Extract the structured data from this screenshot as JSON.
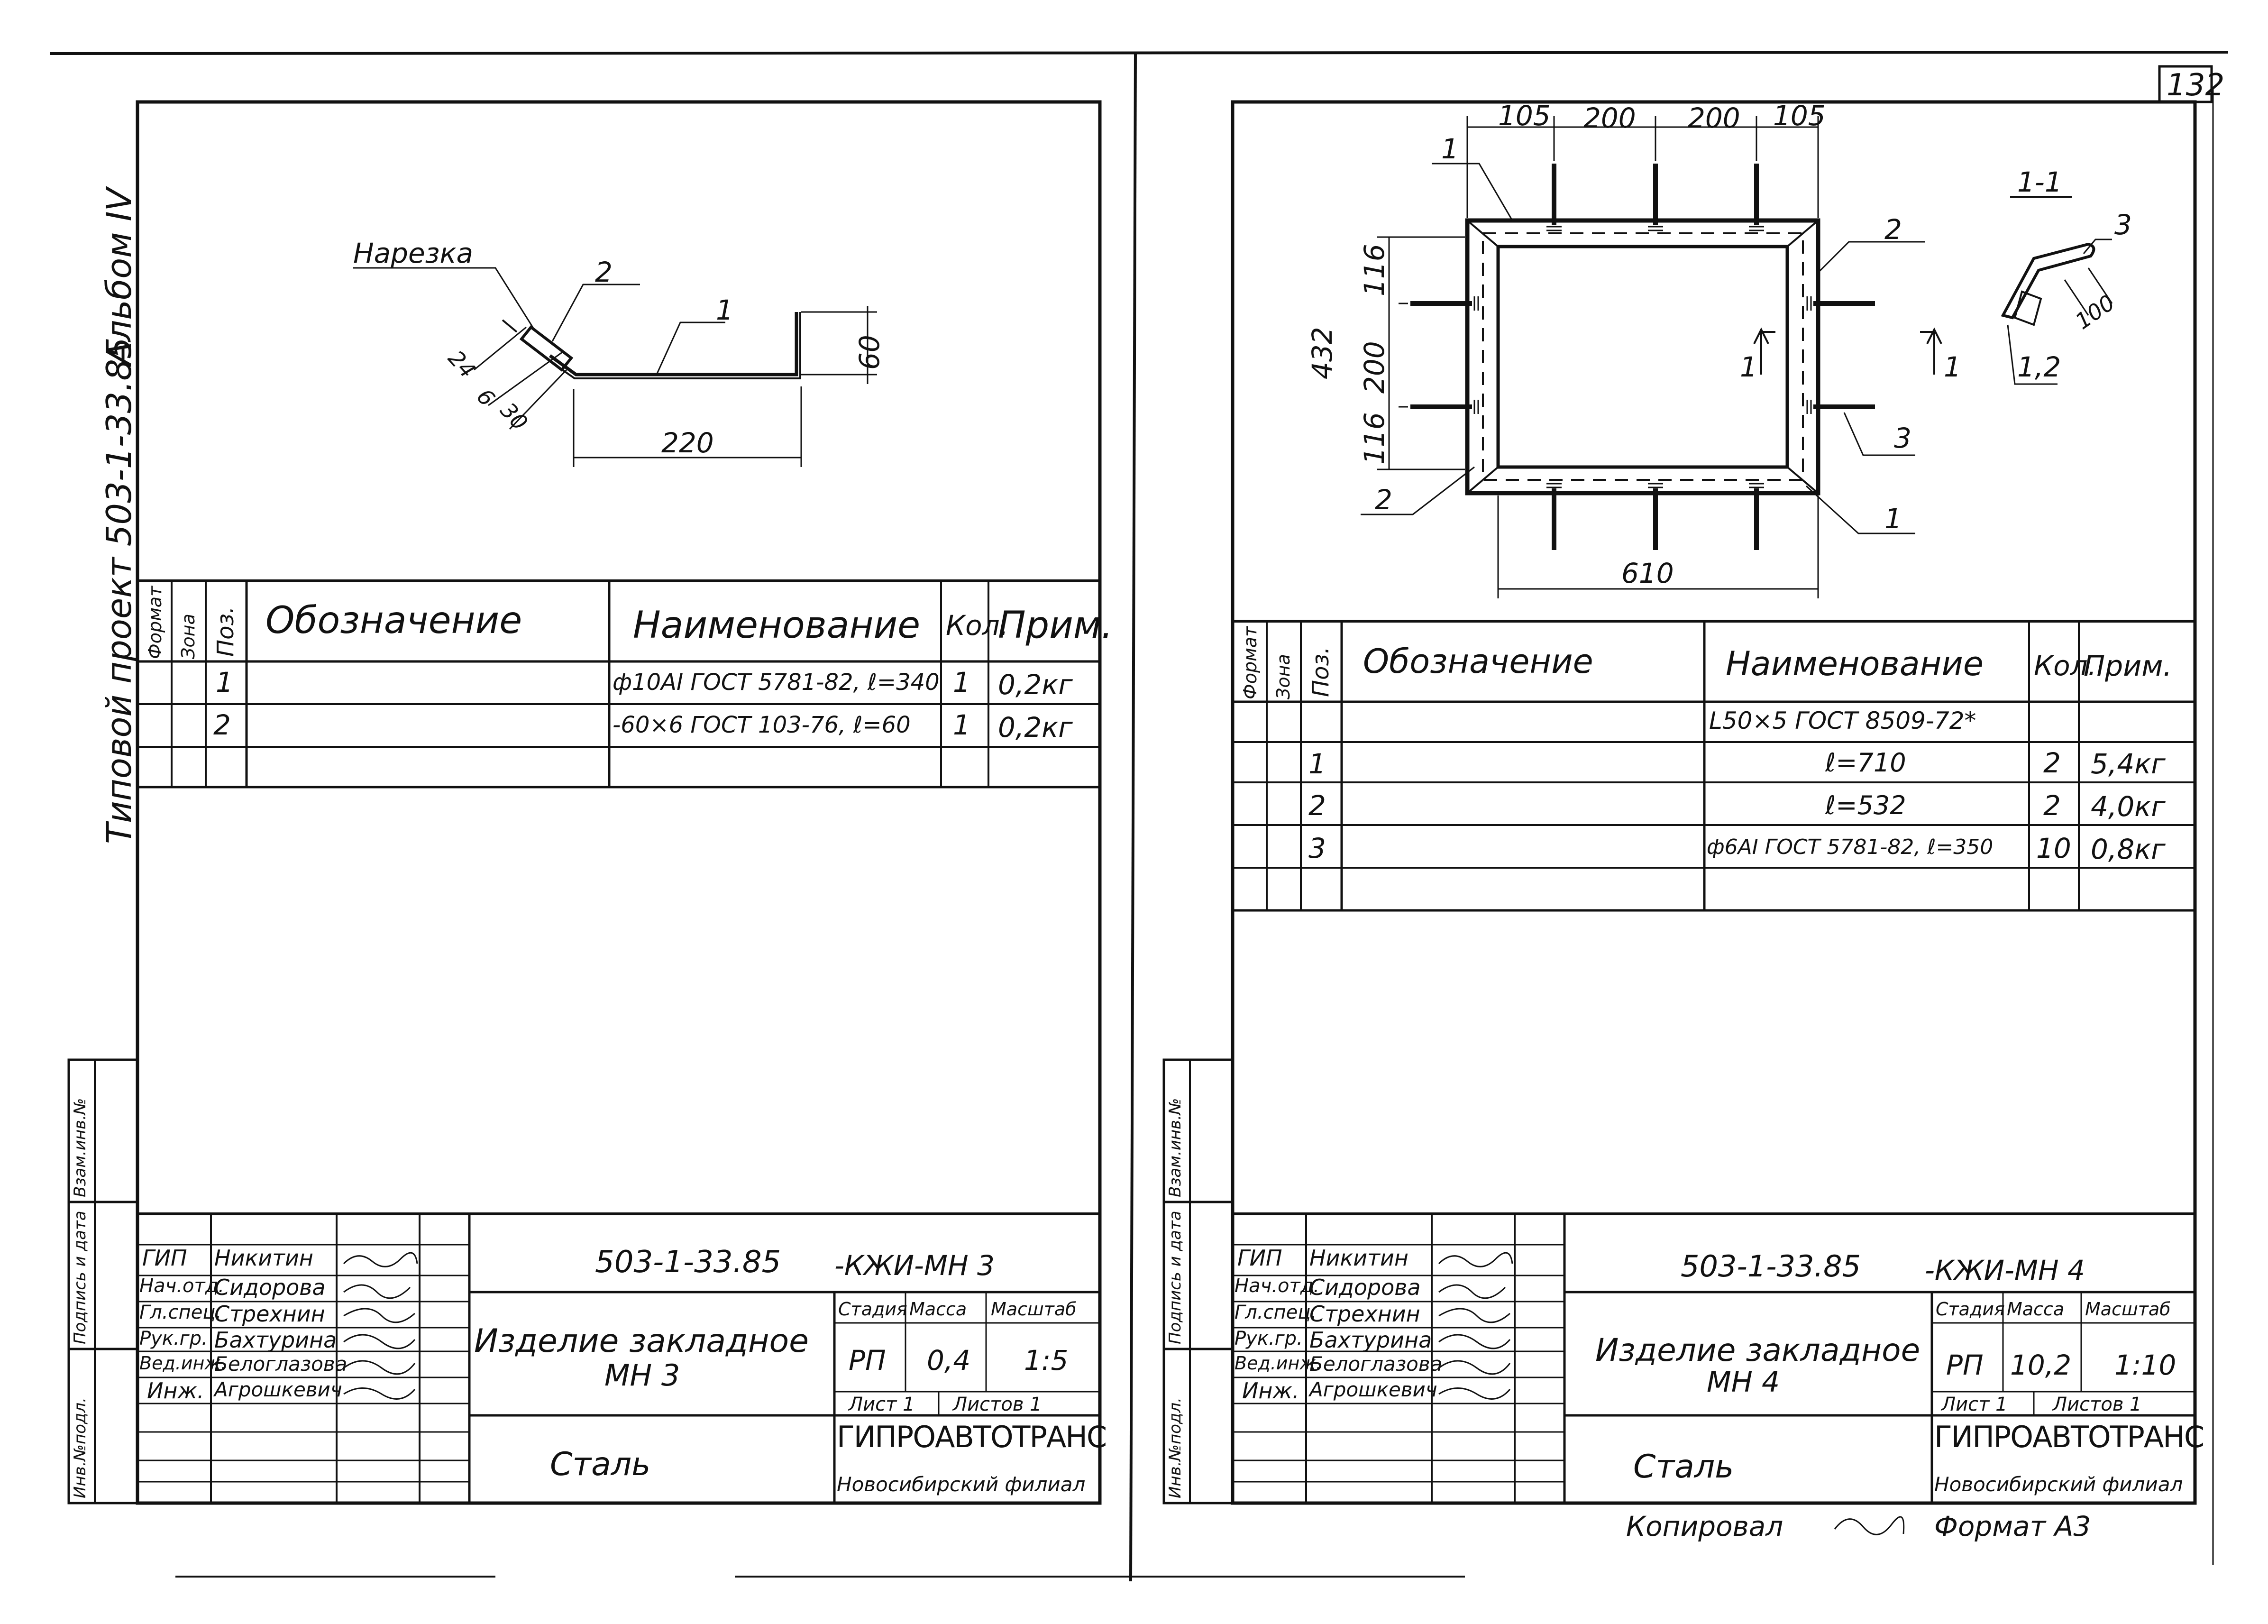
{
  "page_number": "132",
  "left_margin": {
    "project": "Типовой проект 503-1-33.85",
    "album": "Альбом IV",
    "stamps": [
      "Инв.№подл.",
      "Подпись и дата",
      "Взам.инв.№"
    ]
  },
  "right_margin": {
    "stamps": [
      "Инв.№подл.",
      "Подпись и дата",
      "Взам.инв.№"
    ]
  },
  "left_sheet": {
    "drawing": {
      "label_narezka": "Нарезка",
      "pos_1": "1",
      "pos_2": "2",
      "dim_220": "220",
      "dim_60": "60",
      "dim_24": "24",
      "dim_6": "6",
      "dim_30": "30"
    },
    "spec": {
      "headers": {
        "format": "Формат",
        "zone": "Зона",
        "pos": "Поз.",
        "designation": "Обозначение",
        "name": "Наименование",
        "qty": "Кол.",
        "note": "Прим."
      },
      "rows": [
        {
          "pos": "1",
          "name": "ф10АI ГОСТ 5781-82, ℓ=340",
          "qty": "1",
          "note": "0,2кг"
        },
        {
          "pos": "2",
          "name": "-60×6 ГОСТ 103-76, ℓ=60",
          "qty": "1",
          "note": "0,2кг"
        }
      ]
    },
    "title_block": {
      "code": "503-1-33.85",
      "code_suffix": "-КЖИ-МН 3",
      "title_line1": "Изделие закладное",
      "title_line2": "МН 3",
      "material": "Сталь",
      "stage_header": "Стадия",
      "mass_header": "Масса",
      "scale_header": "Масштаб",
      "stage": "РП",
      "mass": "0,4",
      "scale": "1:5",
      "sheet": "Лист 1",
      "sheets": "Листов 1",
      "org": "ГИПРОАВТОТРАНС",
      "branch": "Новосибирский филиал",
      "staff": [
        {
          "role": "ГИП",
          "name": "Никитин"
        },
        {
          "role": "Нач.отд.",
          "name": "Сидорова"
        },
        {
          "role": "Гл.спец.",
          "name": "Стрехнин"
        },
        {
          "role": "Рук.гр.",
          "name": "Бахтурина"
        },
        {
          "role": "Вед.инж.",
          "name": "Белоглазова"
        },
        {
          "role": "Инж.",
          "name": "Агрошкевич"
        }
      ]
    }
  },
  "right_sheet": {
    "drawing": {
      "dims_top": [
        "105",
        "200",
        "200",
        "105"
      ],
      "dims_left": [
        "116",
        "200",
        "116"
      ],
      "dim_overall_height": "432",
      "dim_overall_width": "610",
      "callouts": [
        "1",
        "2",
        "3",
        "2",
        "1",
        "3"
      ],
      "section_marks": [
        "1",
        "1"
      ],
      "section_title": "1-1",
      "section_pos": "3",
      "section_dim": "100",
      "section_label": "1,2"
    },
    "spec": {
      "headers": {
        "format": "Формат",
        "zone": "Зона",
        "pos": "Поз.",
        "designation": "Обозначение",
        "name": "Наименование",
        "qty": "Кол.",
        "note": "Прим."
      },
      "rows": [
        {
          "pos": "",
          "name": "L50×5 ГОСТ 8509-72*",
          "qty": "",
          "note": ""
        },
        {
          "pos": "1",
          "name": "ℓ=710",
          "qty": "2",
          "note": "5,4кг"
        },
        {
          "pos": "2",
          "name": "ℓ=532",
          "qty": "2",
          "note": "4,0кг"
        },
        {
          "pos": "3",
          "name": "ф6АI ГОСТ 5781-82, ℓ=350",
          "qty": "10",
          "note": "0,8кг"
        }
      ]
    },
    "title_block": {
      "code": "503-1-33.85",
      "code_suffix": "-КЖИ-МН 4",
      "title_line1": "Изделие закладное",
      "title_line2": "МН 4",
      "material": "Сталь",
      "stage_header": "Стадия",
      "mass_header": "Масса",
      "scale_header": "Масштаб",
      "stage": "РП",
      "mass": "10,2",
      "scale": "1:10",
      "sheet": "Лист 1",
      "sheets": "Листов 1",
      "org": "ГИПРОАВТОТРАНС",
      "branch": "Новосибирский филиал",
      "staff": [
        {
          "role": "ГИП",
          "name": "Никитин"
        },
        {
          "role": "Нач.отд.",
          "name": "Сидорова"
        },
        {
          "role": "Гл.спец.",
          "name": "Стрехнин"
        },
        {
          "role": "Рук.гр.",
          "name": "Бахтурина"
        },
        {
          "role": "Вед.инж.",
          "name": "Белоглазова"
        },
        {
          "role": "Инж.",
          "name": "Агрошкевич"
        }
      ]
    }
  },
  "footer": {
    "copied": "Копировал",
    "format": "Формат А3"
  }
}
